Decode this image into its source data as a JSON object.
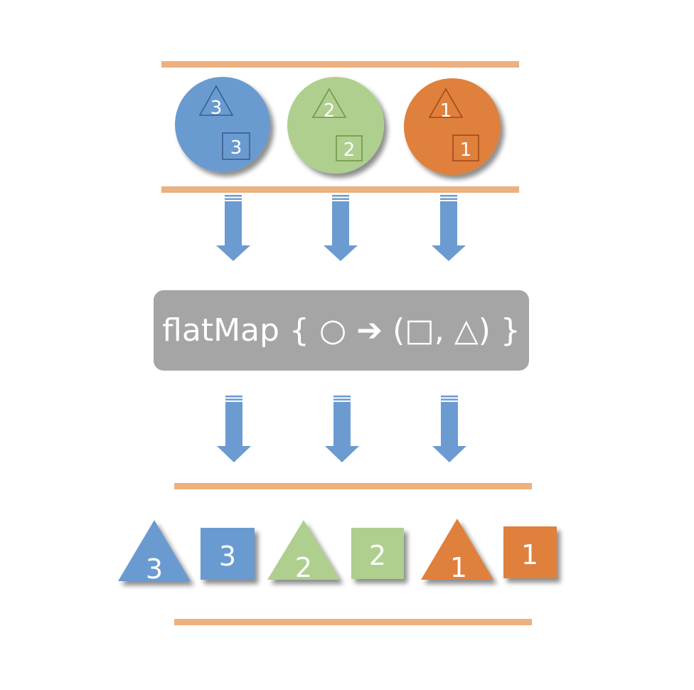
{
  "colors": {
    "rail": "#edb07f",
    "arrow": "#6b9bd0",
    "box": "#a5a5a5",
    "text_on_shape": "#ffffff",
    "blue": "#6b9bd0",
    "green": "#afcf8e",
    "orange": "#e0803e"
  },
  "input_items": [
    {
      "color": "blue",
      "triangle_label": "3",
      "square_label": "3"
    },
    {
      "color": "green",
      "triangle_label": "2",
      "square_label": "2"
    },
    {
      "color": "orange",
      "triangle_label": "1",
      "square_label": "1"
    }
  ],
  "operator": {
    "label": "flatMap { ○ ➔ (□, △) }"
  },
  "output_items": [
    {
      "shape": "triangle",
      "color": "blue",
      "label": "3"
    },
    {
      "shape": "square",
      "color": "blue",
      "label": "3"
    },
    {
      "shape": "triangle",
      "color": "green",
      "label": "2"
    },
    {
      "shape": "square",
      "color": "green",
      "label": "2"
    },
    {
      "shape": "triangle",
      "color": "orange",
      "label": "1"
    },
    {
      "shape": "square",
      "color": "orange",
      "label": "1"
    }
  ]
}
